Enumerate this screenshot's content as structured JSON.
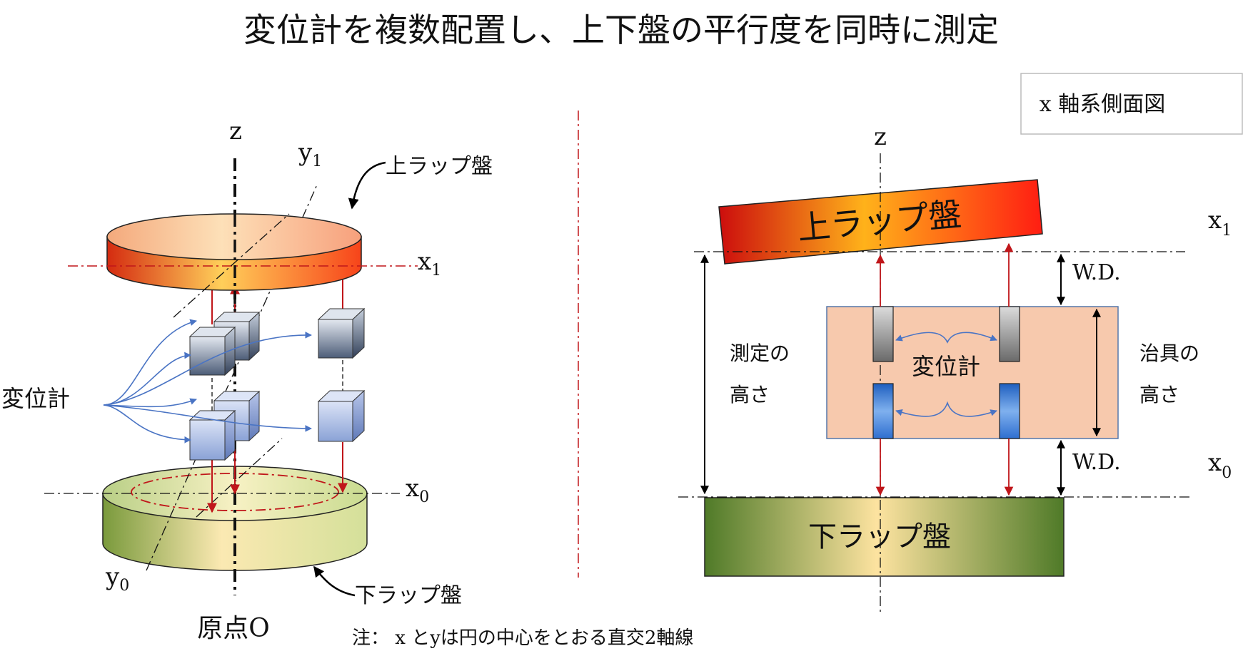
{
  "title": "変位計を複数配置し、上下盤の平行度を同時に測定",
  "left": {
    "z_label": "z",
    "y1_label": "y",
    "y1_sub": "1",
    "x1_label": "x",
    "x1_sub": "1",
    "x0_label": "x",
    "x0_sub": "0",
    "y0_label": "y",
    "y0_sub": "0",
    "upper_plate_label": "上ラップ盤",
    "lower_plate_label": "下ラップ盤",
    "sensor_label": "変位計",
    "origin_label": "原点O"
  },
  "right": {
    "view_box_label": "x 軸系側面図",
    "z_label": "z",
    "x1_label": "x",
    "x1_sub": "1",
    "x0_label": "x",
    "x0_sub": "0",
    "upper_plate_label": "上ラップ盤",
    "lower_plate_label": "下ラップ盤",
    "wd_top": "W.D.",
    "wd_bottom": "W.D.",
    "measure_height_line1": "測定の",
    "measure_height_line2": "高さ",
    "jig_height_line1": "治具の",
    "jig_height_line2": "高さ",
    "sensor_label": "変位計"
  },
  "note": "注： x とyは円の中心をとおる直交2軸線",
  "colors": {
    "axis_red": "#c0161a",
    "arrow_blue": "#4a74c4",
    "jig_fill": "#f7c9ad",
    "divider": "#c0161a"
  }
}
